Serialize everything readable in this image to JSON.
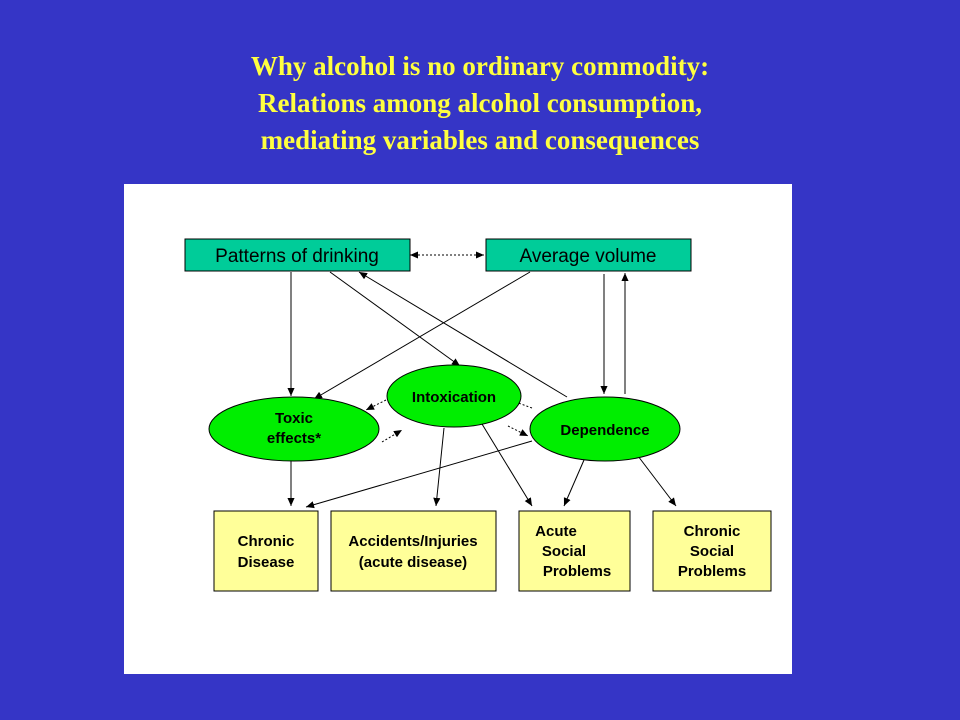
{
  "title": {
    "line1": "Why alcohol is no ordinary commodity:",
    "line2": "Relations among alcohol consumption,",
    "line3": "mediating variables and consequences"
  },
  "diagram": {
    "colors": {
      "background": "#3535c6",
      "title": "#ffff40",
      "top_box": "#00cc99",
      "ellipse": "#00ee00",
      "bottom_box": "#ffff99"
    },
    "top": {
      "patterns": "Patterns of drinking",
      "volume": "Average volume"
    },
    "mediators": {
      "toxic": [
        "Toxic",
        "effects*"
      ],
      "intoxication": "Intoxication",
      "dependence": "Dependence"
    },
    "outcomes": {
      "chronic_disease": [
        "Chronic",
        "Disease"
      ],
      "accidents": [
        "Accidents/Injuries",
        "(acute disease)"
      ],
      "acute_social": [
        "Acute",
        "Social",
        "Problems"
      ],
      "chronic_social": [
        "Chronic",
        "Social",
        "Problems"
      ]
    }
  }
}
